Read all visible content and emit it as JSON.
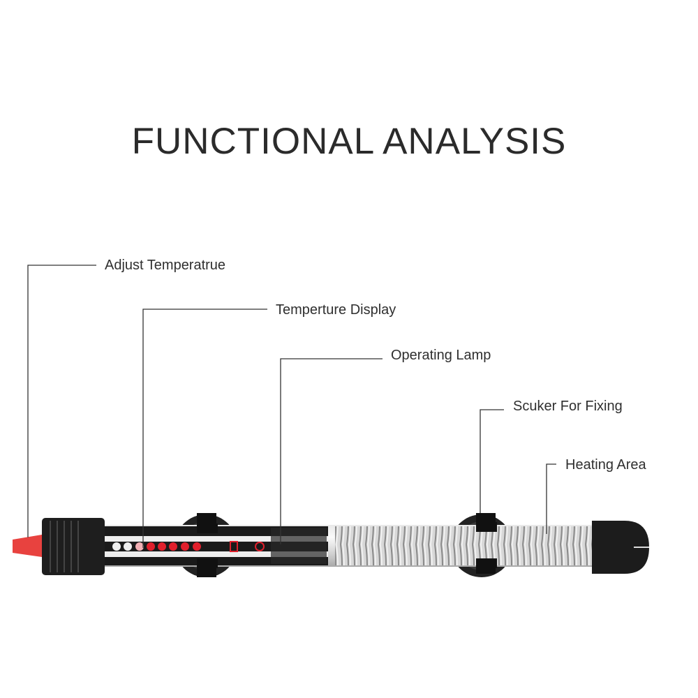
{
  "title": "FUNCTIONAL ANALYSIS",
  "callouts": [
    {
      "label": "Adjust Temperatrue"
    },
    {
      "label": "Temperture Display"
    },
    {
      "label": "Operating Lamp"
    },
    {
      "label": "Scuker For Fixing"
    },
    {
      "label": "Heating Area"
    }
  ],
  "colors": {
    "knob": "#e8423f",
    "body": "#1c1c1c",
    "indicator": "#e0202c",
    "line": "#333333"
  }
}
